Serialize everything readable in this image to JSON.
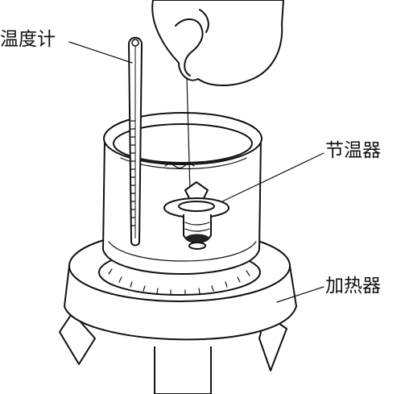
{
  "labels": {
    "thermometer": "温度计",
    "thermostat": "节温器",
    "heater": "加热器"
  },
  "icons": {
    "hand": "hand-icon",
    "thermometer": "thermometer-icon",
    "beaker": "beaker-icon",
    "thermostat": "thermostat-icon",
    "heater": "heater-icon"
  }
}
